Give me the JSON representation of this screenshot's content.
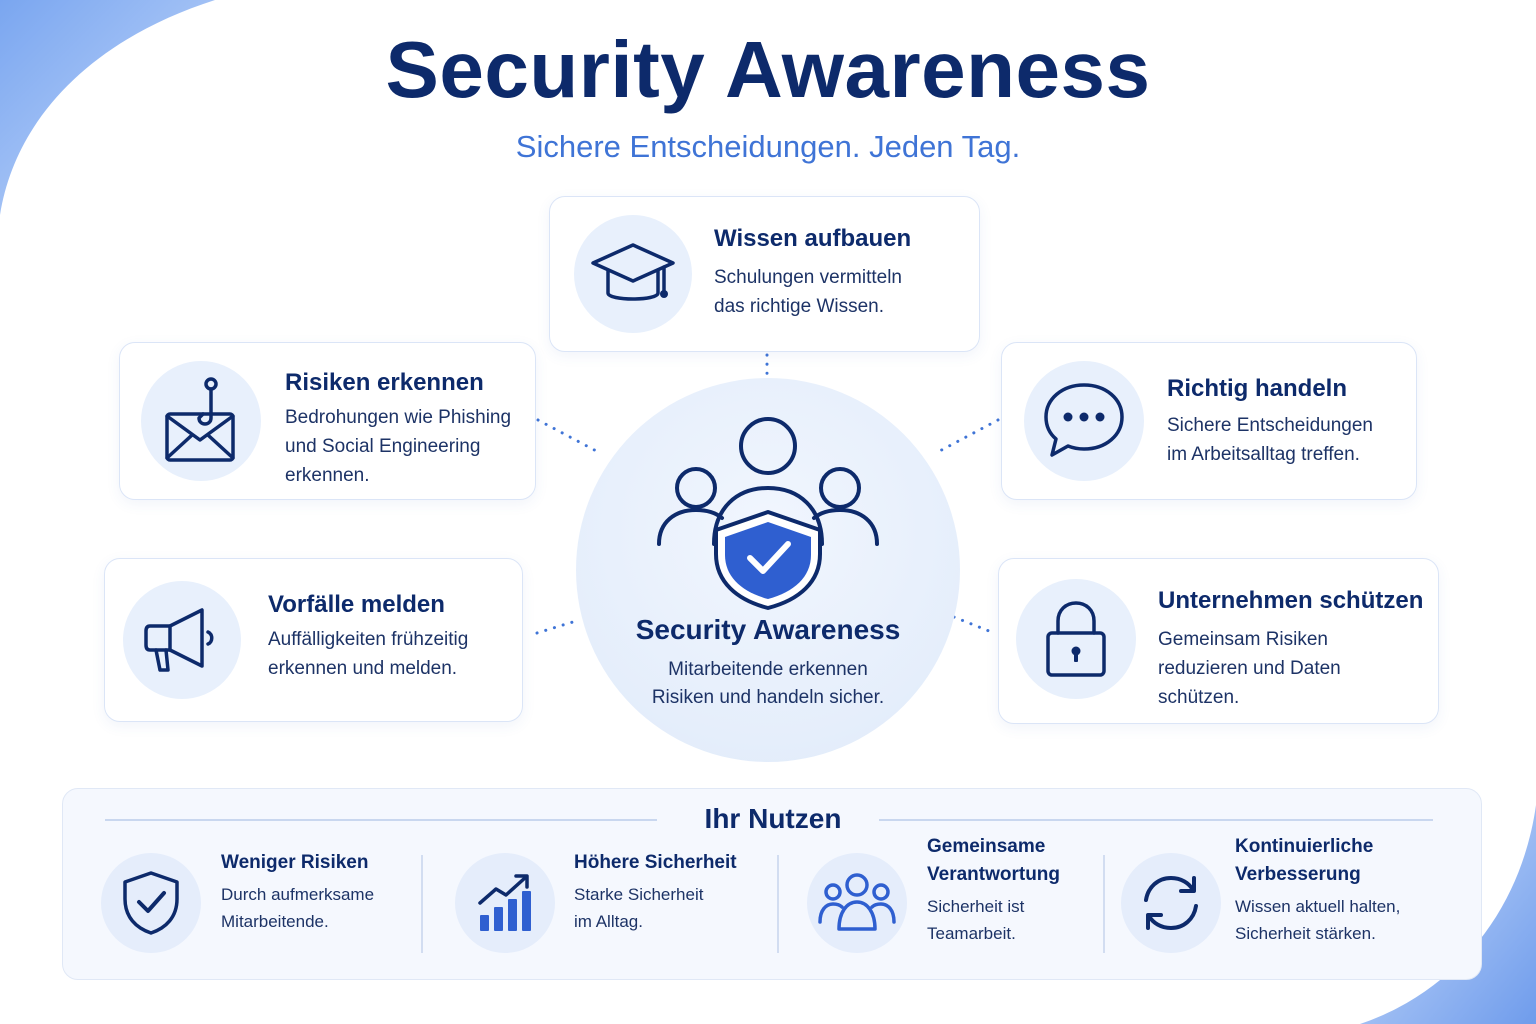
{
  "header": {
    "title": "Security Awareness",
    "subtitle": "Sichere Entscheidungen. Jeden Tag."
  },
  "colors": {
    "navy": "#0d2a6b",
    "accent_blue": "#3f74d6",
    "shield_blue": "#2f5fd0",
    "card_border": "#dbe5f7",
    "icon_bg": "#e8f0fc"
  },
  "hub": {
    "icon": "people-shield-check-icon",
    "title": "Security Awareness",
    "description_lines": [
      "Mitarbeitende erkennen",
      "Risiken und handeln sicher."
    ]
  },
  "topics": [
    {
      "icon": "graduation-cap-icon",
      "title": "Wissen aufbauen",
      "lines": [
        "Schulungen vermitteln",
        "das richtige Wissen."
      ]
    },
    {
      "icon": "phishing-envelope-icon",
      "title": "Risiken erkennen",
      "lines": [
        "Bedrohungen wie Phishing",
        "und Social Engineering",
        "erkennen."
      ]
    },
    {
      "icon": "chat-bubble-icon",
      "title": "Richtig handeln",
      "lines": [
        "Sichere Entscheidungen",
        "im Arbeitsalltag treffen."
      ]
    },
    {
      "icon": "megaphone-icon",
      "title": "Vorfälle melden",
      "lines": [
        "Auffälligkeiten frühzeitig",
        "erkennen und melden."
      ]
    },
    {
      "icon": "padlock-icon",
      "title": "Unternehmen schützen",
      "lines": [
        "Gemeinsam Risiken",
        "reduzieren und Daten",
        "schützen."
      ]
    }
  ],
  "benefits": {
    "title": "Ihr Nutzen",
    "items": [
      {
        "icon": "shield-check-icon",
        "title": "Weniger Risiken",
        "text": "Durch aufmerksame\nMitarbeitende."
      },
      {
        "icon": "growth-chart-icon",
        "title": "Höhere Sicherheit",
        "text": "Starke Sicherheit\nim Alltag."
      },
      {
        "icon": "team-icon",
        "title": "Gemeinsame\nVerantwortung",
        "text": "Sicherheit ist\nTeamarbeit."
      },
      {
        "icon": "refresh-cycle-icon",
        "title": "Kontinuierliche\nVerbesserung",
        "text": "Wissen aktuell halten,\nSicherheit stärken."
      }
    ]
  }
}
